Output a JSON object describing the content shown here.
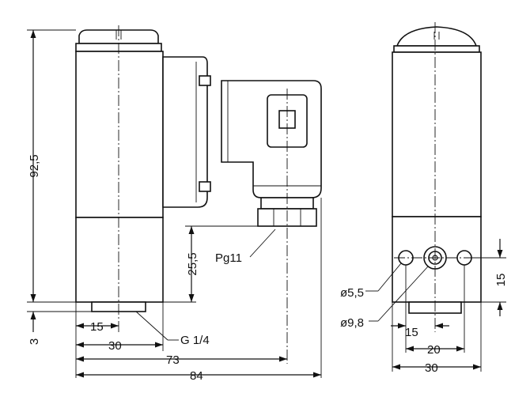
{
  "drawing": {
    "dimensions": {
      "height_total": "92,5",
      "height_lower": "25,5",
      "offset_bottom": "3",
      "width_15_front": "15",
      "width_30_front": "30",
      "width_73": "73",
      "width_84": "84",
      "right_15_vertical": "15",
      "right_15_horizontal": "15",
      "right_20": "20",
      "right_30": "30"
    },
    "labels": {
      "pg11": "Pg11",
      "g14": "G 1/4",
      "d55": "ø5,5",
      "d98": "ø9,8"
    }
  }
}
